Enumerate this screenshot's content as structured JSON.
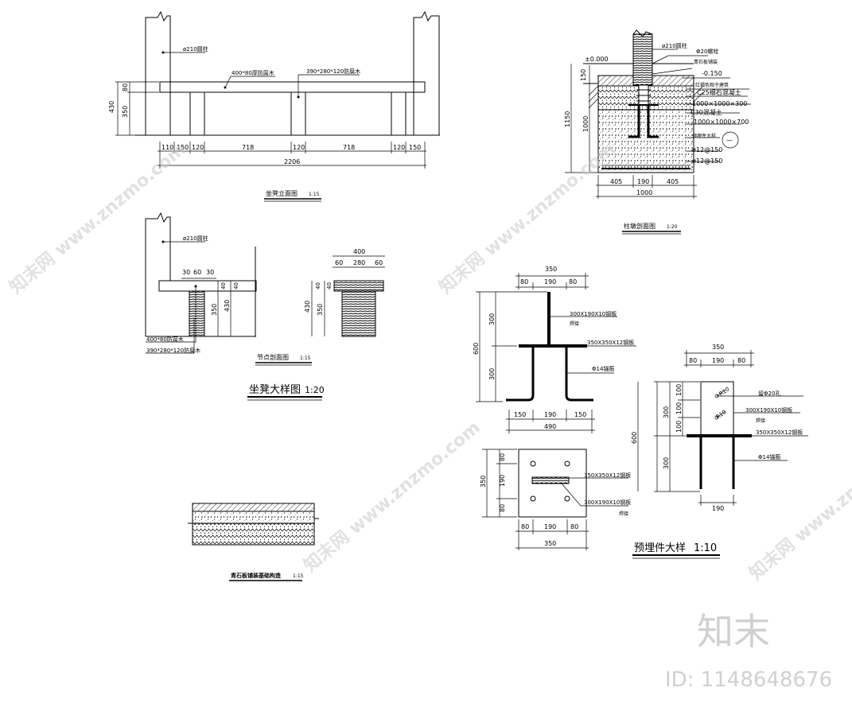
{
  "bench_elevation": {
    "title": "坐凳立面图",
    "scale": "1:15",
    "column_label": "ø210圆柱",
    "board_label": "400*80厚防腐木",
    "leg_label": "390*280*120防腐木",
    "dims_bottom": [
      "110",
      "150",
      "120",
      "718",
      "120",
      "718",
      "120",
      "150"
    ],
    "total": "2206",
    "dims_left": [
      "430",
      "80",
      "350"
    ]
  },
  "node_section": {
    "title": "节点剖面图",
    "scale": "1:15",
    "column_label": "ø210圆柱",
    "top_dims": [
      "30",
      "60",
      "30"
    ],
    "right_dims": [
      "40",
      "40",
      "350",
      "430"
    ],
    "board_label": "400*80防腐木",
    "leg_label": "390*280*120防腐木",
    "detail_top": [
      "400",
      "60",
      "280",
      "60"
    ],
    "detail_left": [
      "40",
      "40",
      "430",
      "350"
    ]
  },
  "bench_detail_title": {
    "text": "坐凳大样图",
    "scale": "1:20"
  },
  "paving": {
    "title": "青石板铺装基础构造",
    "scale": "1:15"
  },
  "pier_section": {
    "title": "柱墩剖面图",
    "scale": "1:20",
    "labels": [
      "ø210圆柱",
      "Φ20螺栓",
      "青石板铺装",
      "-0.150",
      "红褐色观于建筑",
      "C25细石混凝土",
      "1000×1000×300",
      "C30混凝土",
      "1000×1000×700",
      "预埋件大样",
      "ø12@150",
      "ø12@150"
    ],
    "level": "±0.000",
    "left_dims": [
      "150",
      "1150",
      "1000"
    ],
    "bottom_dims": [
      "405",
      "190",
      "405",
      "1000"
    ],
    "circle_mark": "—"
  },
  "embedded_a": {
    "top_dims": [
      "350",
      "80",
      "190",
      "80"
    ],
    "left_dims": [
      "300",
      "600",
      "300"
    ],
    "labels": [
      "300X190X10钢板",
      "焊接",
      "350X350X12钢板",
      "Φ14锚筋"
    ],
    "bottom_dims": [
      "150",
      "190",
      "150",
      "490"
    ]
  },
  "embedded_plan": {
    "left_dims": [
      "80",
      "350",
      "190",
      "80"
    ],
    "labels": [
      "350X350X12钢板",
      "300X190X10钢板",
      "焊接"
    ],
    "bottom_dims": [
      "80",
      "190",
      "80",
      "350"
    ]
  },
  "embedded_b": {
    "top_dims": [
      "350",
      "80",
      "190",
      "80"
    ],
    "left_dims": [
      "100",
      "300",
      "100",
      "100",
      "600",
      "300"
    ],
    "labels": [
      "R10",
      "R10",
      "留Φ20孔",
      "300X190X10钢板",
      "焊接",
      "350X350X12钢板",
      "Φ14锚筋"
    ],
    "bottom_dim": "190"
  },
  "embedded_title": {
    "text": "预埋件大样",
    "scale": "1:10"
  },
  "watermark": {
    "text": "知末网 www.znzmo.com",
    "logo": "知末",
    "id": "ID: 1148648676"
  }
}
